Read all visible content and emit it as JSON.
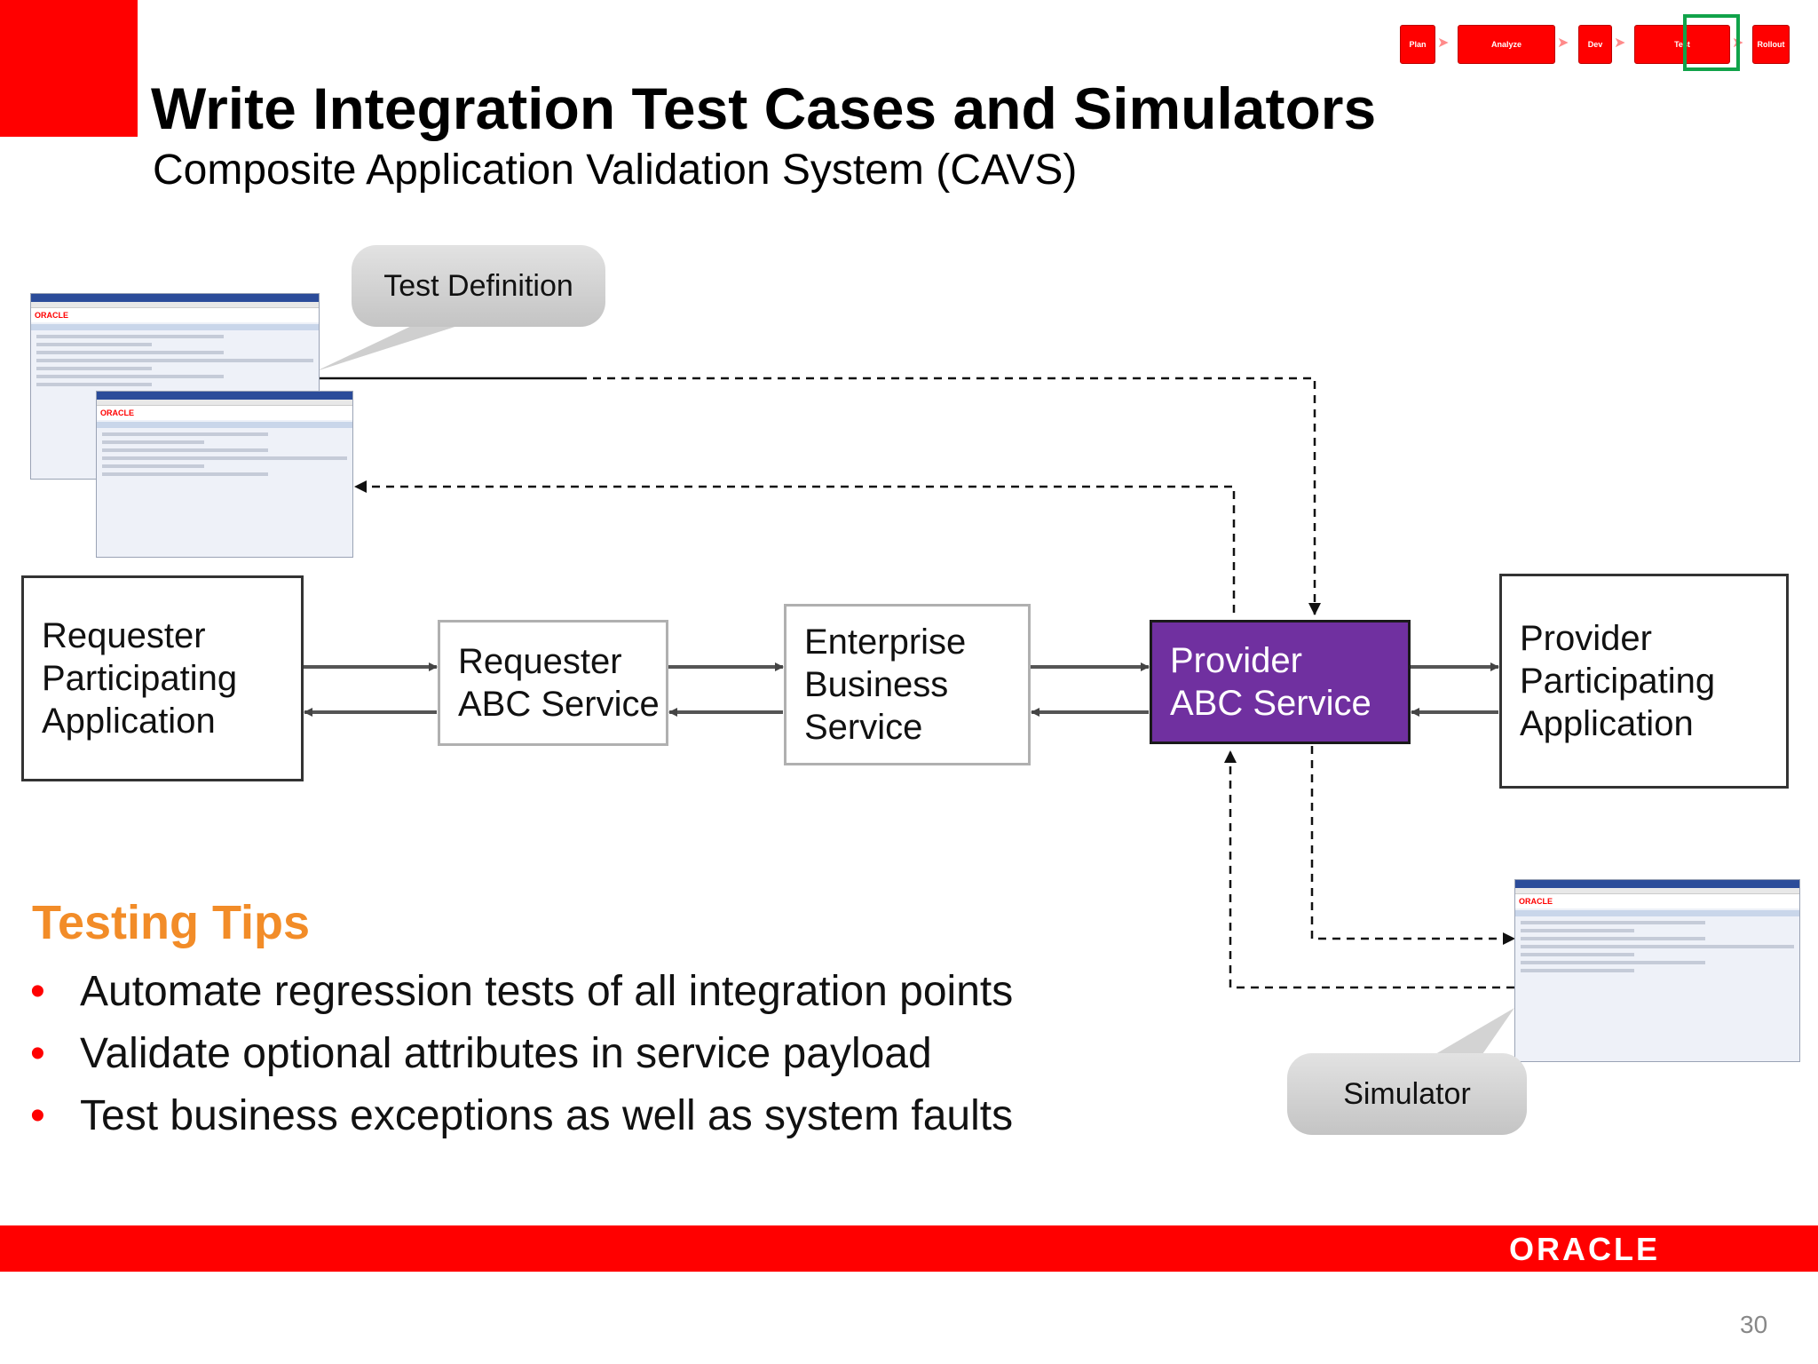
{
  "header": {
    "title": "Write Integration Test Cases and Simulators",
    "subtitle": "Composite Application Validation System (CAVS)"
  },
  "phases": [
    "Plan",
    "Analyze",
    "Dev",
    "Test",
    "Rollout"
  ],
  "diagram": {
    "boxes": {
      "requester_app": [
        "Requester",
        "Participating",
        "Application"
      ],
      "requester_abc": [
        "Requester",
        "ABC Service"
      ],
      "ebs": [
        "Enterprise",
        "Business",
        "Service"
      ],
      "provider_abc": [
        "Provider",
        "ABC Service"
      ],
      "provider_app": [
        "Provider",
        "Participating",
        "Application"
      ]
    },
    "callouts": {
      "test_definition": "Test Definition",
      "simulator": "Simulator"
    },
    "screenshot_logo": "ORACLE"
  },
  "tips": {
    "title": "Testing Tips",
    "items": [
      "Automate regression tests of all integration points",
      "Validate optional attributes in service payload",
      "Test business exceptions as well as system faults"
    ]
  },
  "footer": {
    "logo": "ORACLE",
    "page": "30"
  },
  "colors": {
    "brand_red": "#ff0000",
    "provider_purple": "#7030a0",
    "tips_orange": "#f28c28",
    "phase_highlight": "#11a34a"
  }
}
